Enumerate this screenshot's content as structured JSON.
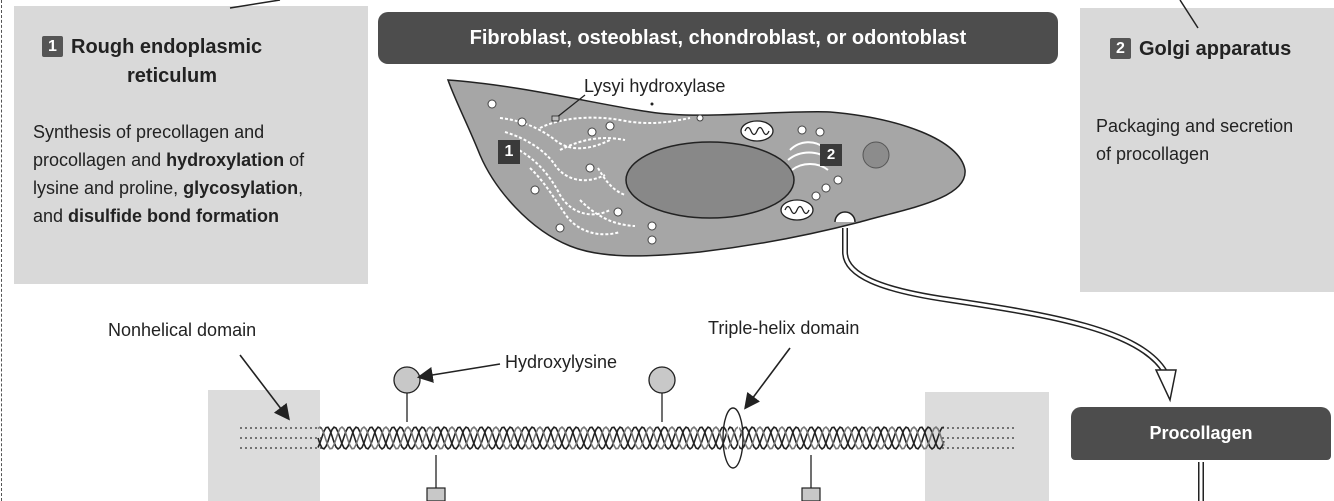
{
  "banner": {
    "label": "Fibroblast, osteoblast, chondroblast, or odontoblast"
  },
  "panel_rer": {
    "number": "1",
    "title_line1": "Rough endoplasmic",
    "title_line2": "reticulum",
    "desc_line1": "Synthesis of precollagen and",
    "desc_line2_a": "procollagen and ",
    "desc_line2_b": "hydroxylation",
    "desc_line2_c": " of",
    "desc_line3_a": "lysine and proline, ",
    "desc_line3_b": "glycosylation",
    "desc_line3_c": ",",
    "desc_line4_a": "and ",
    "desc_line4_b": "disulfide bond formation"
  },
  "panel_golgi": {
    "number": "2",
    "title": "Golgi apparatus",
    "desc_line1": "Packaging and secretion",
    "desc_line2": "of procollagen"
  },
  "cell": {
    "enzyme_label": "Lysyi hydroxylase",
    "marker_1": "1",
    "marker_2": "2"
  },
  "molecule": {
    "nonhelical_label": "Nonhelical domain",
    "hydroxylysine_label": "Hydroxylysine",
    "triple_helix_label": "Triple-helix domain"
  },
  "procollagen": {
    "label": "Procollagen"
  },
  "colors": {
    "panel": "#d9d9d9",
    "banner": "#4d4d4d",
    "cell": "#a6a6a6",
    "nucleus": "#888888"
  }
}
